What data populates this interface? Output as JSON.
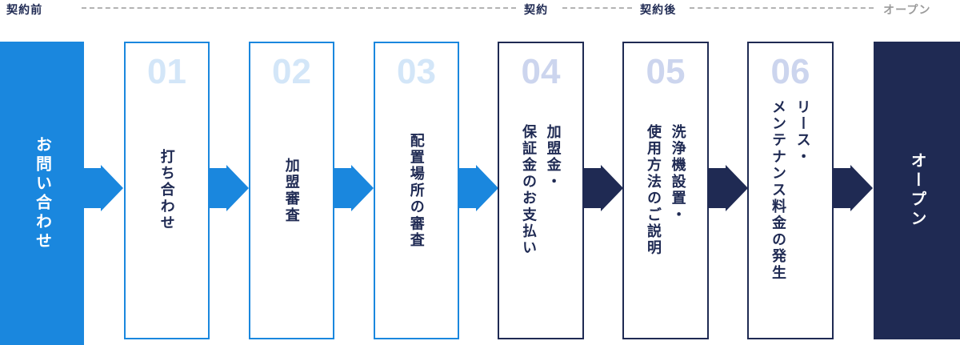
{
  "phases": {
    "before_contract": "契約前",
    "contract": "契約",
    "after_contract": "契約後",
    "open": "オープン"
  },
  "steps": [
    {
      "number": "",
      "label": "お問い合わせ"
    },
    {
      "number": "01",
      "label": "打ち合わせ"
    },
    {
      "number": "02",
      "label": "加盟審査"
    },
    {
      "number": "03",
      "label": "配置場所の審査"
    },
    {
      "number": "04",
      "label": "加盟金・\n保証金のお支払い"
    },
    {
      "number": "05",
      "label": "洗浄機設置・\n使用方法のご説明"
    },
    {
      "number": "06",
      "label": "リース・\nメンテナンス料金の発生"
    },
    {
      "number": "",
      "label": "オープン"
    }
  ],
  "colors": {
    "primary_blue": "#1a87de",
    "navy": "#1f2a53",
    "number_light_blue": "#d3e6f8",
    "number_light_periwinkle": "#ccd5ee",
    "dashed_line_gray": "#b3b3b3",
    "phase_open_gray": "#9b9b9b",
    "box_text_white": "#ffffff"
  }
}
